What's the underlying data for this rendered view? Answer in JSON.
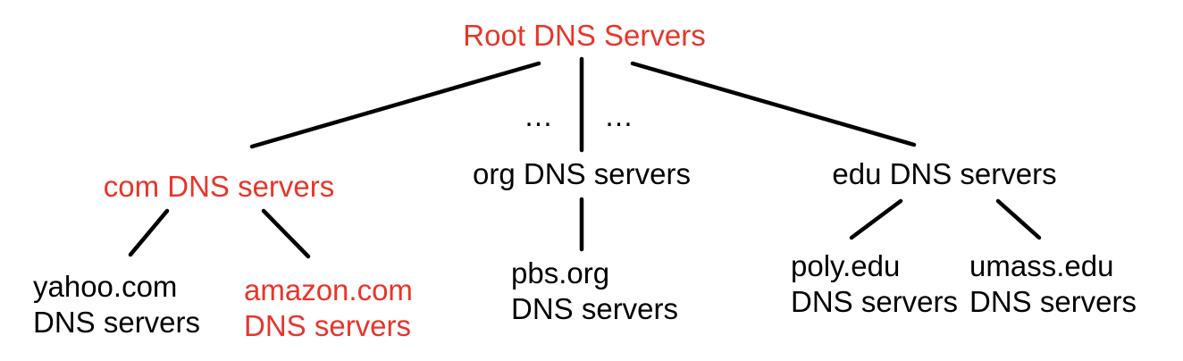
{
  "colors": {
    "highlight": "#e8352a",
    "normal": "#000000",
    "edge": "#000000"
  },
  "nodes": {
    "root": "Root DNS Servers",
    "com": "com DNS servers",
    "org": "org DNS servers",
    "edu": "edu DNS servers",
    "yahoo": {
      "line1": "yahoo.com",
      "line2": "DNS servers"
    },
    "amazon": {
      "line1": "amazon.com",
      "line2": "DNS servers"
    },
    "pbs": {
      "line1": "pbs.org",
      "line2": "DNS servers"
    },
    "poly": {
      "line1": "poly.edu",
      "line2": "DNS servers"
    },
    "umass": {
      "line1": "umass.edu",
      "line2": "DNS servers"
    }
  },
  "ellipsis_left": "…",
  "ellipsis_right": "…",
  "highlighted_nodes": [
    "root",
    "com",
    "amazon"
  ]
}
